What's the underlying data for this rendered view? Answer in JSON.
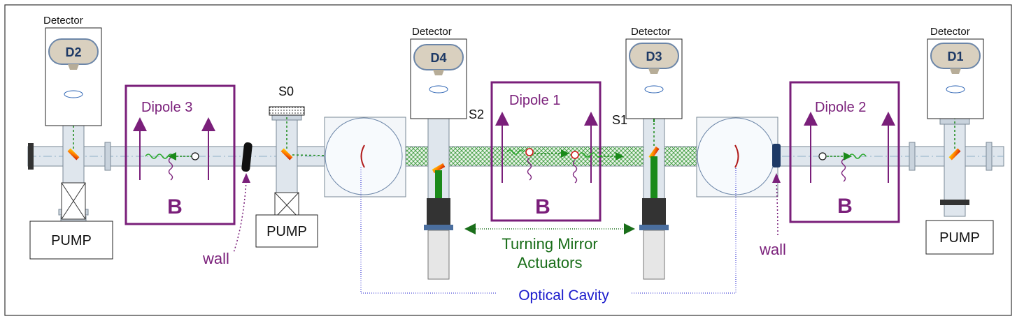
{
  "detectors": [
    {
      "heading": "Detector",
      "id": "D2"
    },
    {
      "heading": "Detector",
      "id": "D4"
    },
    {
      "heading": "Detector",
      "id": "D3"
    },
    {
      "heading": "Detector",
      "id": "D1"
    }
  ],
  "dipoles": [
    {
      "name": "Dipole 3",
      "field": "B"
    },
    {
      "name": "Dipole 1",
      "field": "B"
    },
    {
      "name": "Dipole 2",
      "field": "B"
    }
  ],
  "pumps": [
    "PUMP",
    "PUMP",
    "PUMP"
  ],
  "shutters": {
    "s0": "S0",
    "s1": "S1",
    "s2": "S2"
  },
  "walls": [
    "wall",
    "wall"
  ],
  "actuators_label": [
    "Turning Mirror",
    "Actuators"
  ],
  "cavity_label": "Optical Cavity",
  "colors": {
    "dipole": "#7a1f7a",
    "laser": "#1a8a1a",
    "actuator": "#1a6e1a",
    "cavity": "#1a1acc",
    "detector_fill": "#d9d0bf",
    "detector_stroke": "#6c86a8",
    "pipe": "#c9d3dd",
    "text": "#111111"
  }
}
